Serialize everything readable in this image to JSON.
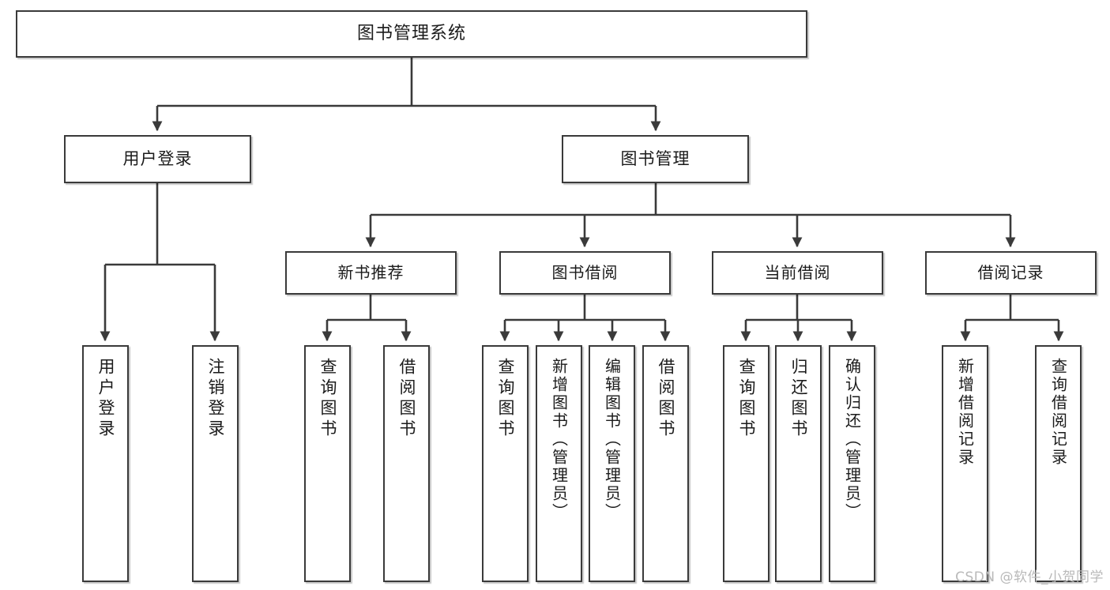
{
  "diagram": {
    "title": "图书管理系统",
    "type": "tree",
    "watermark": "CSDN @软件_小贺同学",
    "colors": {
      "stroke": "#3a3a3a",
      "fill": "#ffffff",
      "text": "#1b1b1b",
      "watermark": "#b9b9b9"
    },
    "root": {
      "label": "图书管理系统"
    },
    "level2": [
      {
        "id": "user-login",
        "label": "用户登录"
      },
      {
        "id": "book-manage",
        "label": "图书管理"
      }
    ],
    "level3": [
      {
        "id": "new-book-rec",
        "label": "新书推荐"
      },
      {
        "id": "book-borrow",
        "label": "图书借阅"
      },
      {
        "id": "current-borrow",
        "label": "当前借阅"
      },
      {
        "id": "borrow-record",
        "label": "借阅记录"
      }
    ],
    "leaves": {
      "user_login": [
        {
          "id": "leaf-user-login",
          "label": "用户登录"
        },
        {
          "id": "leaf-logout",
          "label": "注销登录"
        }
      ],
      "new_book_rec": [
        {
          "id": "leaf-query-book-1",
          "label": "查询图书"
        },
        {
          "id": "leaf-borrow-book-1",
          "label": "借阅图书"
        }
      ],
      "book_borrow": [
        {
          "id": "leaf-query-book-2",
          "label": "查询图书"
        },
        {
          "id": "leaf-add-book",
          "label": "新增图书（管理员）"
        },
        {
          "id": "leaf-edit-book",
          "label": "编辑图书（管理员）"
        },
        {
          "id": "leaf-borrow-book-2",
          "label": "借阅图书"
        }
      ],
      "current_borrow": [
        {
          "id": "leaf-query-book-3",
          "label": "查询图书"
        },
        {
          "id": "leaf-return-book",
          "label": "归还图书"
        },
        {
          "id": "leaf-confirm-return",
          "label": "确认归还（管理员）"
        }
      ],
      "borrow_record": [
        {
          "id": "leaf-add-record",
          "label": "新增借阅记录"
        },
        {
          "id": "leaf-query-record",
          "label": "查询借阅记录"
        }
      ]
    }
  }
}
